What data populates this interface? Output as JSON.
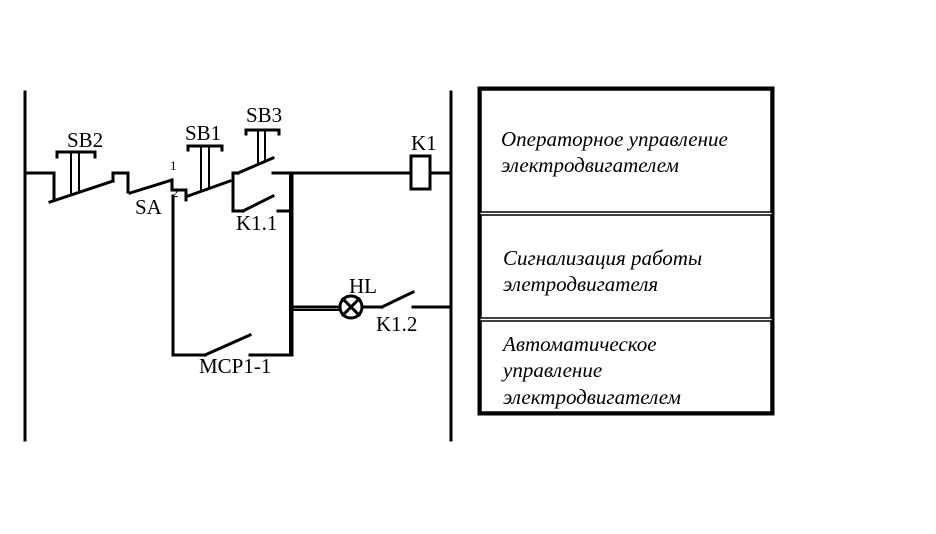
{
  "labels": {
    "sb2": "SB2",
    "sb1": "SB1",
    "sb3": "SB3",
    "sa": "SA",
    "sa_pos1": "1",
    "sa_pos2": "2",
    "k1": "K1",
    "k1_1": "K1.1",
    "hl": "HL",
    "k1_2": "K1.2",
    "mcp": "MCP1-1"
  },
  "descriptions": {
    "box1": [
      "Операторное управление",
      "электродвигателем"
    ],
    "box2": [
      "Сигнализация работы",
      "элетродвигателя"
    ],
    "box3": [
      "Автоматическое",
      "управление",
      "электродвигателем"
    ]
  }
}
